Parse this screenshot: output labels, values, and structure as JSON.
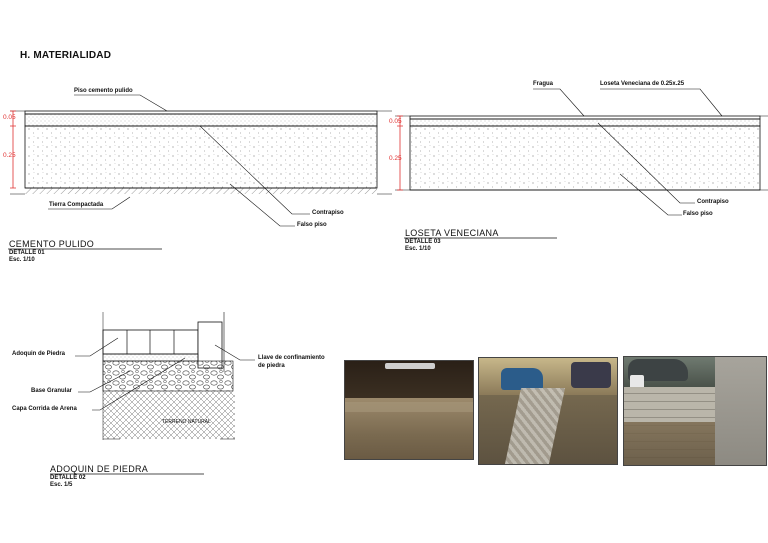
{
  "section_title": "H. MATERIALIDAD",
  "cemento": {
    "label_top": "Piso cemento pulido",
    "label_tierra": "Tierra Compactada",
    "label_contrapiso": "Contrapiso",
    "label_falso": "Falso piso",
    "dim_top": "0.05",
    "dim_bottom": "0.25",
    "caption": "CEMENTO PULIDO",
    "detalle": "DETALLE 01",
    "escala": "Esc. 1/10"
  },
  "loseta": {
    "label_fragua": "Fragua",
    "label_loseta": "Loseta Veneciana de 0.25x.25",
    "label_contrapiso": "Contrapiso",
    "label_falso": "Falso piso",
    "dim_top": "0.05",
    "dim_bottom": "0.25",
    "caption": "LOSETA VENECIANA",
    "detalle": "DETALLE 03",
    "escala": "Esc. 1/10"
  },
  "adoquin": {
    "label_adoquin": "Adoquin de Piedra",
    "label_base": "Base Granular",
    "label_capa": "Capa Corrida de Arena",
    "label_llave_1": "Llave de confinamiento",
    "label_llave_2": "de piedra",
    "label_terreno": "TERRENO NATURAL",
    "caption": "ADOQUIN DE PIEDRA",
    "detalle": "DETALLE 02",
    "escala": "Esc. 1/5"
  },
  "colors": {
    "dimension": "#e03030",
    "line": "#111111"
  }
}
